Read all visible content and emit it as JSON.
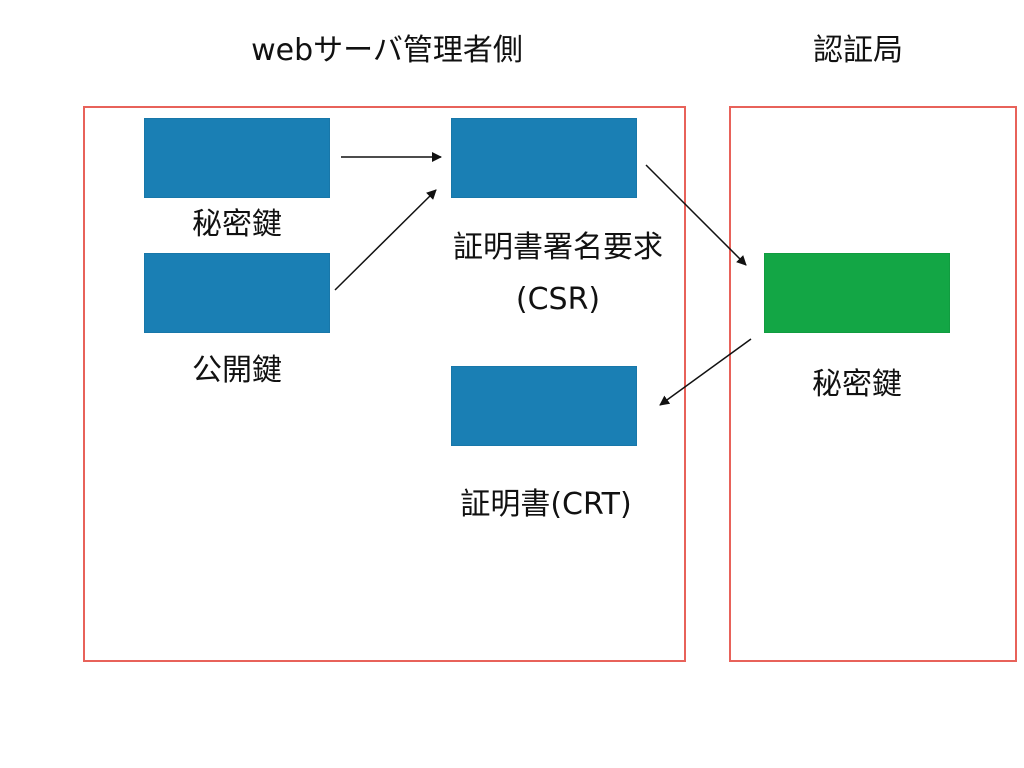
{
  "headings": {
    "web_admin": "webサーバ管理者側",
    "ca": "認証局"
  },
  "nodes": {
    "private_key": {
      "label": "秘密鍵"
    },
    "public_key": {
      "label": "公開鍵"
    },
    "csr": {
      "label": "証明書署名要求\n(CSR)"
    },
    "crt": {
      "label": "証明書(CRT)"
    },
    "ca_private_key": {
      "label": "秘密鍵"
    }
  },
  "colors": {
    "panel_border": "#e8625a",
    "node_blue": "#1a7fb4",
    "node_green": "#13a645",
    "arrow": "#111111"
  }
}
